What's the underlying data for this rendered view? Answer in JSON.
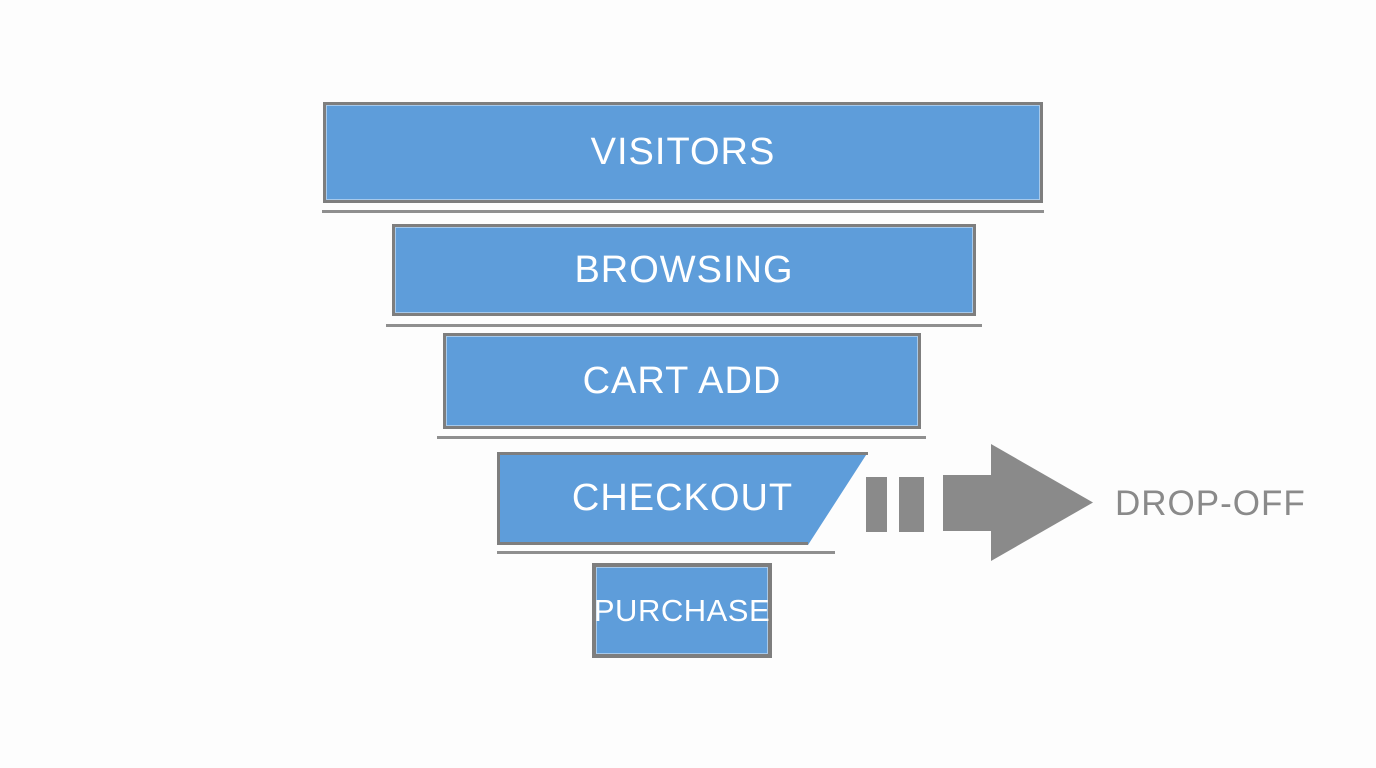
{
  "diagram": {
    "type": "funnel",
    "stages": [
      {
        "id": "visitors",
        "label": "VISITORS"
      },
      {
        "id": "browsing",
        "label": "BROWSING"
      },
      {
        "id": "cart-add",
        "label": "CART ADD"
      },
      {
        "id": "checkout",
        "label": "CHECKOUT"
      },
      {
        "id": "purchase",
        "label": "PURCHASE"
      }
    ],
    "drop_off": {
      "label": "DROP-OFF"
    },
    "colors": {
      "stage_fill": "#5E9DDA",
      "stage_border": "#7E7E7E",
      "divider": "#8F8F8F",
      "arrow": "#8A8A8A",
      "stage_text": "#FFFFFF",
      "annotation_text": "#8A8A8A",
      "background": "#FDFDFD"
    }
  }
}
